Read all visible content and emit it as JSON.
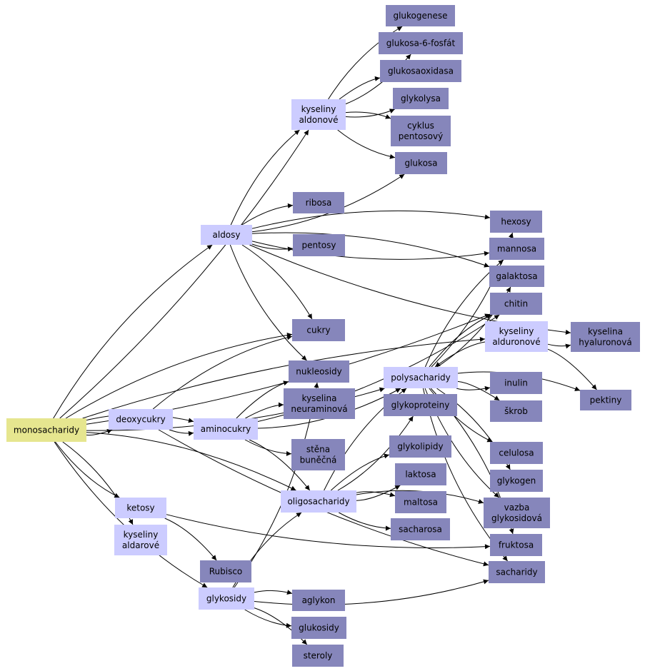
{
  "colors": {
    "root_fill": "#e6e68f",
    "category_fill": "#ccccff",
    "leaf_fill": "#8686bb",
    "edge": "#000000"
  },
  "nodes": {
    "monosacharidy": [
      "monosacharidy"
    ],
    "deoxycukry": [
      "deoxycukry"
    ],
    "aminocukry": [
      "aminocukry"
    ],
    "ketosy": [
      "ketosy"
    ],
    "kyseliny_aldarove": [
      "kyseliny",
      "aldarové"
    ],
    "rubisco": [
      "Rubisco"
    ],
    "glykosidy": [
      "glykosidy"
    ],
    "aglykon": [
      "aglykon"
    ],
    "glukosidy": [
      "glukosidy"
    ],
    "steroly": [
      "steroly"
    ],
    "aldosy": [
      "aldosy"
    ],
    "ribosa": [
      "ribosa"
    ],
    "pentosy": [
      "pentosy"
    ],
    "cukry": [
      "cukry"
    ],
    "nukleosidy": [
      "nukleosidy"
    ],
    "kyselina_neuraminova": [
      "kyselina",
      "neuraminová"
    ],
    "stena_bunecna": [
      "stěna",
      "buněčná"
    ],
    "oligosacharidy": [
      "oligosacharidy"
    ],
    "kyseliny_aldonove": [
      "kyseliny",
      "aldonové"
    ],
    "glukogenese": [
      "glukogenese"
    ],
    "glukosa6fosfat": [
      "glukosa-6-fosfát"
    ],
    "glukosaoxidasa": [
      "glukosaoxidasa"
    ],
    "glykolysa": [
      "glykolysa"
    ],
    "cyklus_pentosovy": [
      "cyklus",
      "pentosový"
    ],
    "glukosa": [
      "glukosa"
    ],
    "polysacharidy": [
      "polysacharidy"
    ],
    "glykoproteiny": [
      "glykoproteiny"
    ],
    "glykolipidy": [
      "glykolipidy"
    ],
    "laktosa": [
      "laktosa"
    ],
    "maltosa": [
      "maltosa"
    ],
    "sacharosa": [
      "sacharosa"
    ],
    "hexosy": [
      "hexosy"
    ],
    "mannosa": [
      "mannosa"
    ],
    "galaktosa": [
      "galaktosa"
    ],
    "chitin": [
      "chitin"
    ],
    "kyseliny_alduronove": [
      "kyseliny",
      "alduronové"
    ],
    "kyselina_hyaluronova": [
      "kyselina",
      "hyaluronová"
    ],
    "inulin": [
      "inulin"
    ],
    "skrob": [
      "škrob"
    ],
    "pektiny": [
      "pektiny"
    ],
    "celulosa": [
      "celulosa"
    ],
    "glykogen": [
      "glykogen"
    ],
    "vazba_glykosidova": [
      "vazba",
      "glykosidová"
    ],
    "fruktosa": [
      "fruktosa"
    ],
    "sacharidy": [
      "sacharidy"
    ]
  },
  "edges": [
    [
      "monosacharidy",
      "deoxycukry"
    ],
    [
      "monosacharidy",
      "aminocukry"
    ],
    [
      "monosacharidy",
      "ketosy"
    ],
    [
      "monosacharidy",
      "kyseliny_aldarove"
    ],
    [
      "monosacharidy",
      "glykosidy"
    ],
    [
      "monosacharidy",
      "aldosy"
    ],
    [
      "monosacharidy",
      "kyseliny_aldonove"
    ],
    [
      "monosacharidy",
      "cukry"
    ],
    [
      "monosacharidy",
      "chitin"
    ],
    [
      "monosacharidy",
      "oligosacharidy"
    ],
    [
      "monosacharidy",
      "polysacharidy"
    ],
    [
      "monosacharidy",
      "kyseliny_alduronove"
    ],
    [
      "deoxycukry",
      "aminocukry"
    ],
    [
      "deoxycukry",
      "cukry"
    ],
    [
      "deoxycukry",
      "sacharidy"
    ],
    [
      "aminocukry",
      "kyselina_neuraminova"
    ],
    [
      "aminocukry",
      "stena_bunecna"
    ],
    [
      "aminocukry",
      "nukleosidy"
    ],
    [
      "aminocukry",
      "polysacharidy"
    ],
    [
      "aminocukry",
      "oligosacharidy"
    ],
    [
      "aminocukry",
      "chitin"
    ],
    [
      "ketosy",
      "rubisco"
    ],
    [
      "ketosy",
      "fruktosa"
    ],
    [
      "glykosidy",
      "aglykon"
    ],
    [
      "glykosidy",
      "glukosidy"
    ],
    [
      "glykosidy",
      "steroly"
    ],
    [
      "glykosidy",
      "nukleosidy"
    ],
    [
      "glykosidy",
      "oligosacharidy"
    ],
    [
      "glykosidy",
      "sacharidy"
    ],
    [
      "aldosy",
      "ribosa"
    ],
    [
      "aldosy",
      "pentosy"
    ],
    [
      "aldosy",
      "cukry"
    ],
    [
      "aldosy",
      "nukleosidy"
    ],
    [
      "aldosy",
      "kyseliny_aldonove"
    ],
    [
      "aldosy",
      "glukosa"
    ],
    [
      "aldosy",
      "hexosy"
    ],
    [
      "aldosy",
      "mannosa"
    ],
    [
      "aldosy",
      "galaktosa"
    ],
    [
      "aldosy",
      "kyselina_hyaluronova"
    ],
    [
      "kyseliny_aldonove",
      "glukogenese"
    ],
    [
      "kyseliny_aldonove",
      "glukosa6fosfat"
    ],
    [
      "kyseliny_aldonove",
      "glukosaoxidasa"
    ],
    [
      "kyseliny_aldonove",
      "glykolysa"
    ],
    [
      "kyseliny_aldonove",
      "cyklus_pentosovy"
    ],
    [
      "kyseliny_aldonove",
      "glukosa"
    ],
    [
      "oligosacharidy",
      "polysacharidy"
    ],
    [
      "oligosacharidy",
      "glykoproteiny"
    ],
    [
      "oligosacharidy",
      "glykolipidy"
    ],
    [
      "oligosacharidy",
      "laktosa"
    ],
    [
      "oligosacharidy",
      "maltosa"
    ],
    [
      "oligosacharidy",
      "sacharosa"
    ],
    [
      "oligosacharidy",
      "vazba_glykosidova"
    ],
    [
      "polysacharidy",
      "hexosy"
    ],
    [
      "polysacharidy",
      "mannosa"
    ],
    [
      "polysacharidy",
      "galaktosa"
    ],
    [
      "polysacharidy",
      "chitin"
    ],
    [
      "polysacharidy",
      "inulin"
    ],
    [
      "polysacharidy",
      "skrob"
    ],
    [
      "polysacharidy",
      "celulosa"
    ],
    [
      "polysacharidy",
      "glykogen"
    ],
    [
      "polysacharidy",
      "vazba_glykosidova"
    ],
    [
      "polysacharidy",
      "fruktosa"
    ],
    [
      "polysacharidy",
      "sacharidy"
    ],
    [
      "polysacharidy",
      "pektiny"
    ],
    [
      "kyseliny_alduronove",
      "kyselina_hyaluronova"
    ],
    [
      "kyseliny_alduronove",
      "pektiny"
    ],
    [
      "kyseliny_alduronove",
      "polysacharidy"
    ]
  ]
}
